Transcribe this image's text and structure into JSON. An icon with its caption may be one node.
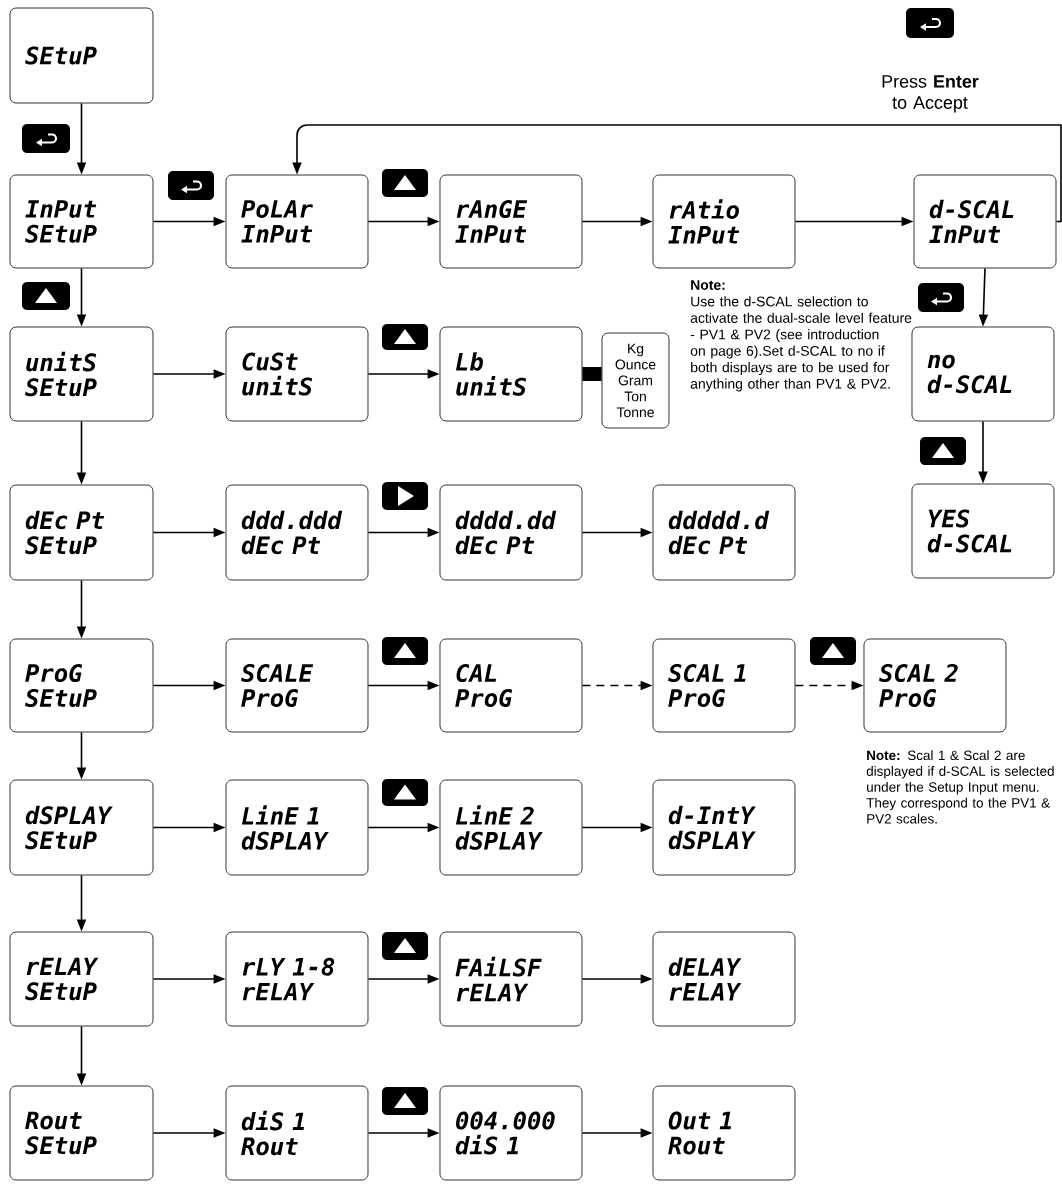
{
  "diagram": {
    "nodes": [
      {
        "text": [
          "SEtuP"
        ]
      },
      {
        "text": [
          "InPut",
          "SEtuP"
        ]
      },
      {
        "text": [
          "PoLAr",
          "InPut"
        ]
      },
      {
        "text": [
          "rAnGE",
          "InPut"
        ]
      },
      {
        "text": [
          "rAtio",
          "InPut"
        ]
      },
      {
        "text": [
          "d-SCAL",
          "InPut"
        ]
      },
      {
        "text": [
          "no",
          "d-SCAL"
        ]
      },
      {
        "text": [
          "YES",
          "d-SCAL"
        ]
      },
      {
        "text": [
          "unitS",
          "SEtuP"
        ]
      },
      {
        "text": [
          "CuSt",
          "unitS"
        ]
      },
      {
        "text": [
          "Lb",
          "unitS"
        ]
      },
      {
        "text": [
          "Kg Ounce Gram Ton Tonne"
        ]
      },
      {
        "text": [
          "dEc Pt",
          "SEtuP"
        ]
      },
      {
        "text": [
          "ddd.ddd",
          "dEc Pt"
        ]
      },
      {
        "text": [
          "dddd.dd",
          "dEc Pt"
        ]
      },
      {
        "text": [
          "ddddd.d",
          "dEc Pt"
        ]
      },
      {
        "text": [
          "ProG",
          "SEtuP"
        ]
      },
      {
        "text": [
          "SCALE",
          "ProG"
        ]
      },
      {
        "text": [
          "CAL",
          "ProG"
        ]
      },
      {
        "text": [
          "SCAL 1",
          "ProG"
        ]
      },
      {
        "text": [
          "SCAL 2",
          "ProG"
        ]
      },
      {
        "text": [
          "dSPLAY",
          "SEtuP"
        ]
      },
      {
        "text": [
          "LinE 1",
          "dSPLAY"
        ]
      },
      {
        "text": [
          "LinE 2",
          "dSPLAY"
        ]
      },
      {
        "text": [
          "d-IntY",
          "dSPLAY"
        ]
      },
      {
        "text": [
          "rELAY",
          "SEtuP"
        ]
      },
      {
        "text": [
          "rLY 1-8",
          "rELAY"
        ]
      },
      {
        "text": [
          "FAiLSF",
          "rELAY"
        ]
      },
      {
        "text": [
          "dELAY",
          "rELAY"
        ]
      },
      {
        "text": [
          "Rout",
          "SEtuP"
        ]
      },
      {
        "text": [
          "diS 1",
          "Rout"
        ]
      },
      {
        "text": [
          "004.000",
          "diS 1"
        ]
      },
      {
        "text": [
          "Out 1",
          "Rout"
        ]
      }
    ],
    "edges": [
      {
        "from": 0,
        "to": 1,
        "arrow": "to"
      },
      {
        "from": 1,
        "to": 2,
        "arrow": "to"
      },
      {
        "from": 2,
        "to": 3,
        "arrow": "to"
      },
      {
        "from": 3,
        "to": 4,
        "arrow": "to"
      },
      {
        "from": 4,
        "to": 5,
        "arrow": "to"
      },
      {
        "from": 5,
        "to": 2,
        "arrow": "to"
      },
      {
        "from": 5,
        "to": 6,
        "arrow": "to"
      },
      {
        "from": 6,
        "to": 7,
        "arrow": "to"
      },
      {
        "from": 1,
        "to": 8,
        "arrow": "to"
      },
      {
        "from": 8,
        "to": 9,
        "arrow": "to"
      },
      {
        "from": 9,
        "to": 10,
        "arrow": "to"
      },
      {
        "from": 10,
        "to": 11,
        "arrow": "none",
        "style": "thick"
      },
      {
        "from": 8,
        "to": 12,
        "arrow": "to"
      },
      {
        "from": 12,
        "to": 13,
        "arrow": "to"
      },
      {
        "from": 13,
        "to": 14,
        "arrow": "to"
      },
      {
        "from": 14,
        "to": 15,
        "arrow": "to"
      },
      {
        "from": 12,
        "to": 16,
        "arrow": "to"
      },
      {
        "from": 16,
        "to": 17,
        "arrow": "to"
      },
      {
        "from": 17,
        "to": 18,
        "arrow": "to"
      },
      {
        "from": 18,
        "to": 19,
        "arrow": "to",
        "style": "dashed"
      },
      {
        "from": 19,
        "to": 20,
        "arrow": "to",
        "style": "dashed"
      },
      {
        "from": 16,
        "to": 21,
        "arrow": "to"
      },
      {
        "from": 21,
        "to": 22,
        "arrow": "to"
      },
      {
        "from": 22,
        "to": 23,
        "arrow": "to"
      },
      {
        "from": 23,
        "to": 24,
        "arrow": "to"
      },
      {
        "from": 21,
        "to": 25,
        "arrow": "to"
      },
      {
        "from": 25,
        "to": 26,
        "arrow": "to"
      },
      {
        "from": 26,
        "to": 27,
        "arrow": "to"
      },
      {
        "from": 27,
        "to": 28,
        "arrow": "to"
      },
      {
        "from": 25,
        "to": 29,
        "arrow": "to"
      },
      {
        "from": 29,
        "to": 30,
        "arrow": "to"
      },
      {
        "from": 30,
        "to": 31,
        "arrow": "to"
      },
      {
        "from": 31,
        "to": 32,
        "arrow": "to"
      }
    ],
    "labels": [
      "Press **Enter** to Accept",
      "Note:",
      "Use the d-SCAL selection to activate the dual-scale level feature - PV1 & PV2 (see introduction on page 6).Set d-SCAL to no if both displays are to be used for anything other than PV1 & PV2.",
      "**Note:** Scal 1 & Scal 2 are displayed if d-SCAL is selected under the Setup Input menu. They correspond to the PV1 & PV2 scales."
    ]
  }
}
